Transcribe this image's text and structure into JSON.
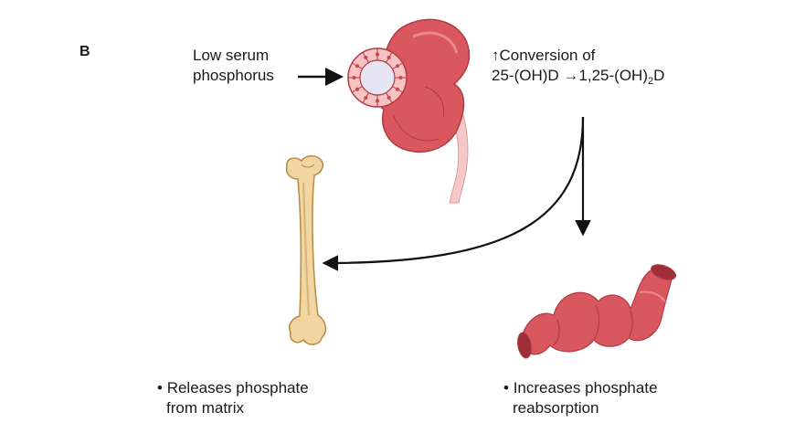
{
  "panel_label": "B",
  "stimulus": {
    "line1": "Low serum",
    "line2": "phosphorus"
  },
  "conversion": {
    "arrow_glyph": "↑",
    "line1": "Conversion of",
    "substrate": "25-(OH)D",
    "reaction_arrow": "→",
    "product_prefix": "1,25-(OH)",
    "product_subscript": "2",
    "product_suffix": "D"
  },
  "effects": {
    "bone": {
      "bullet": "•",
      "line1": "Releases phosphate",
      "line2": "from matrix"
    },
    "intestine": {
      "bullet": "•",
      "line1": "Increases phosphate",
      "line2": "reabsorption"
    }
  },
  "icons": {
    "kidney": "kidney-icon",
    "tubule": "tubule-cross-section-icon",
    "bone": "femur-bone-icon",
    "intestine": "intestine-icon"
  },
  "colors": {
    "organ_red": "#d9575f",
    "organ_dark": "#b23a44",
    "bone_fill": "#f1d6a2",
    "bone_stroke": "#b68a46",
    "ureter": "#f6c9c9",
    "arrow": "#111111",
    "tubule_cell": "#f7c2c2",
    "tubule_lumen": "#e7e4f4"
  }
}
